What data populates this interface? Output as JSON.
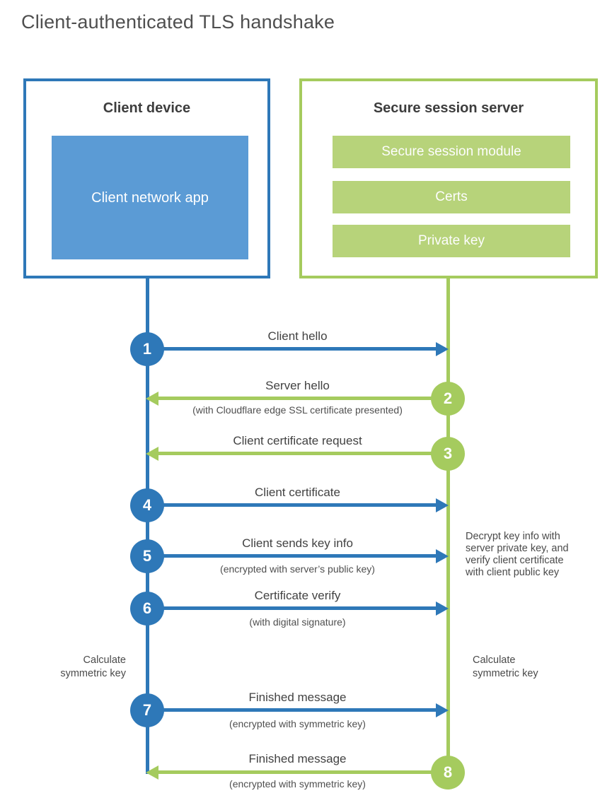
{
  "title": "Client-authenticated TLS handshake",
  "colors": {
    "blue": "#2e78b8",
    "blue_light": "#5b9bd5",
    "green": "#a5cb5e",
    "green_light": "#b7d37a",
    "heading_text": "#3d3d3d",
    "label_text": "#424242"
  },
  "client_box": {
    "title": "Client device",
    "app_label": "Client network app"
  },
  "server_box": {
    "title": "Secure session server",
    "modules": [
      "Secure session module",
      "Certs",
      "Private key"
    ]
  },
  "steps": [
    {
      "number": "1",
      "from": "client",
      "direction": "right",
      "label": "Client hello",
      "sublabel": ""
    },
    {
      "number": "2",
      "from": "server",
      "direction": "left",
      "label": "Server hello",
      "sublabel": "(with Cloudflare edge SSL certificate presented)"
    },
    {
      "number": "3",
      "from": "server",
      "direction": "left",
      "label": "Client certificate request",
      "sublabel": ""
    },
    {
      "number": "4",
      "from": "client",
      "direction": "right",
      "label": "Client certificate",
      "sublabel": ""
    },
    {
      "number": "5",
      "from": "client",
      "direction": "right",
      "label": "Client sends key info",
      "sublabel": "(encrypted with server’s public key)"
    },
    {
      "number": "6",
      "from": "client",
      "direction": "right",
      "label": "Certificate verify",
      "sublabel": "(with digital signature)"
    },
    {
      "number": "7",
      "from": "client",
      "direction": "right",
      "label": "Finished message",
      "sublabel": "(encrypted with symmetric key)"
    },
    {
      "number": "8",
      "from": "server",
      "direction": "left",
      "label": "Finished message",
      "sublabel": "(encrypted with symmetric key)"
    }
  ],
  "notes": {
    "decrypt": {
      "lines": [
        "Decrypt key info with",
        "server private key, and",
        "verify client certificate",
        "with client public key"
      ]
    },
    "calc_left": {
      "lines": [
        "Calculate",
        "symmetric key"
      ]
    },
    "calc_right": {
      "lines": [
        "Calculate",
        "symmetric key"
      ]
    }
  }
}
